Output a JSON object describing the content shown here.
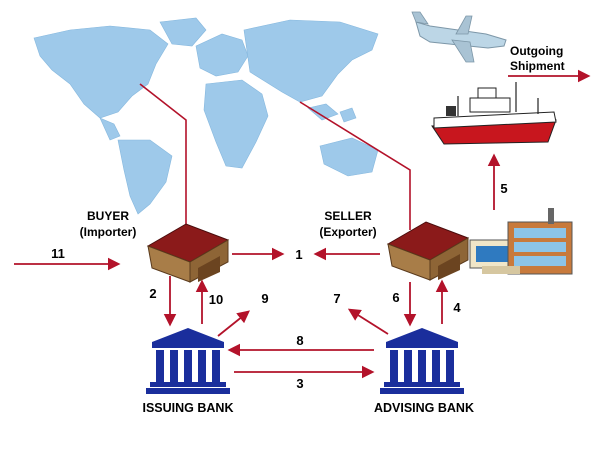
{
  "colors": {
    "arrow": "#b3122a",
    "map": "#9ec9ea",
    "bank": "#1a2e9c",
    "house_roof": "#8b1a1a",
    "house_wall": "#a87d48"
  },
  "icons": {
    "map": "world-map-icon",
    "plane": "airplane-icon",
    "ship": "cargo-ship-icon",
    "factory": "factory-icon",
    "buyer_house": "warehouse-icon",
    "seller_house": "warehouse-icon",
    "issuing_bank": "bank-icon",
    "advising_bank": "bank-icon"
  },
  "labels": {
    "buyer_line1": "BUYER",
    "buyer_line2": "(Importer)",
    "seller_line1": "SELLER",
    "seller_line2": "(Exporter)",
    "issuing_bank": "ISSUING BANK",
    "advising_bank": "ADVISING BANK",
    "outgoing_line1": "Outgoing",
    "outgoing_line2": "Shipment"
  },
  "steps": [
    "1",
    "2",
    "3",
    "4",
    "5",
    "6",
    "7",
    "8",
    "9",
    "10",
    "11"
  ]
}
